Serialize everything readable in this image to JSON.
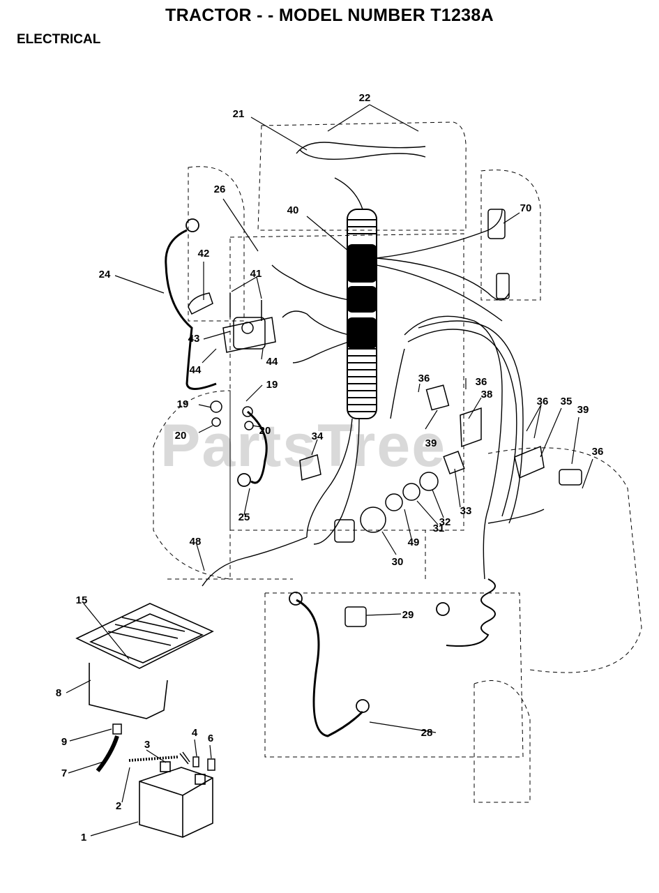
{
  "page": {
    "title": "TRACTOR - - MODEL NUMBER T1238A",
    "section": "ELECTRICAL",
    "watermark": "PartsTree"
  },
  "callouts": [
    "1",
    "2",
    "3",
    "4",
    "6",
    "7",
    "8",
    "9",
    "15",
    "19",
    "19",
    "20",
    "20",
    "21",
    "22",
    "24",
    "25",
    "26",
    "28",
    "29",
    "30",
    "31",
    "32",
    "33",
    "34",
    "35",
    "36",
    "36",
    "36",
    "36",
    "38",
    "39",
    "39",
    "40",
    "41",
    "42",
    "43",
    "44",
    "44",
    "48",
    "49",
    "70"
  ]
}
